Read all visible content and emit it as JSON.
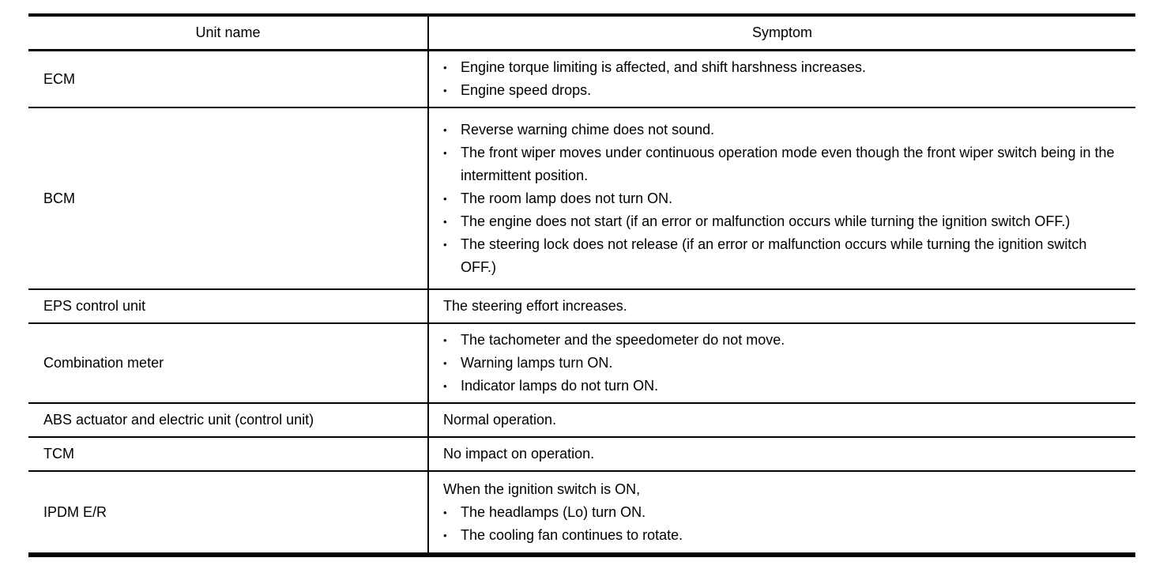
{
  "table": {
    "headers": {
      "unit": "Unit name",
      "symptom": "Symptom"
    },
    "rows": [
      {
        "unit": "ECM",
        "symptom": {
          "bullets": [
            "Engine torque limiting is affected, and shift harshness increases.",
            "Engine speed drops."
          ]
        }
      },
      {
        "unit": "BCM",
        "symptom": {
          "bullets": [
            "Reverse warning chime does not sound.",
            "The front wiper moves under continuous operation mode even though the front wiper switch being in the intermittent position.",
            "The room lamp does not turn ON.",
            "The engine does not start (if an error or malfunction occurs while turning the ignition switch OFF.)",
            "The steering lock does not release (if an error or malfunction occurs while turning the ignition switch OFF.)"
          ]
        }
      },
      {
        "unit": "EPS control unit",
        "symptom": {
          "text": "The steering effort increases."
        }
      },
      {
        "unit": "Combination meter",
        "symptom": {
          "bullets": [
            "The tachometer and the speedometer do not move.",
            "Warning lamps turn ON.",
            "Indicator lamps do not turn ON."
          ]
        }
      },
      {
        "unit": "ABS actuator and electric unit (control unit)",
        "symptom": {
          "text": "Normal operation."
        }
      },
      {
        "unit": "TCM",
        "symptom": {
          "text": "No impact on operation."
        }
      },
      {
        "unit": "IPDM E/R",
        "symptom": {
          "intro": "When the ignition switch is ON,",
          "bullets": [
            "The headlamps (Lo) turn ON.",
            "The cooling fan continues to rotate."
          ]
        }
      }
    ],
    "bullet_glyph": "•",
    "colors": {
      "border": "#000000",
      "text": "#000000",
      "background": "#ffffff"
    }
  }
}
